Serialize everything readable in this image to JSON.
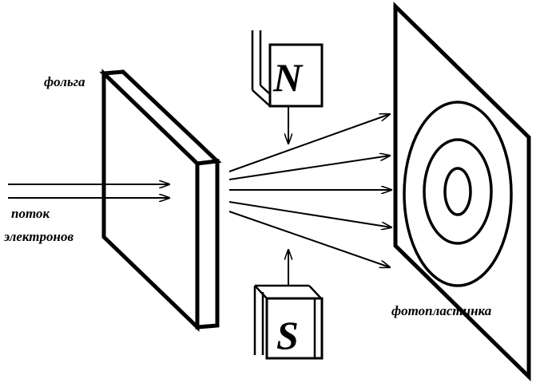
{
  "labels": {
    "foil": "фольга",
    "beam_line1": "поток",
    "beam_line2": "электронов",
    "photoplate": "фотопластинка"
  },
  "magnets": {
    "north": "N",
    "south": "S"
  },
  "colors": {
    "stroke": "#000000",
    "background": "#ffffff"
  }
}
